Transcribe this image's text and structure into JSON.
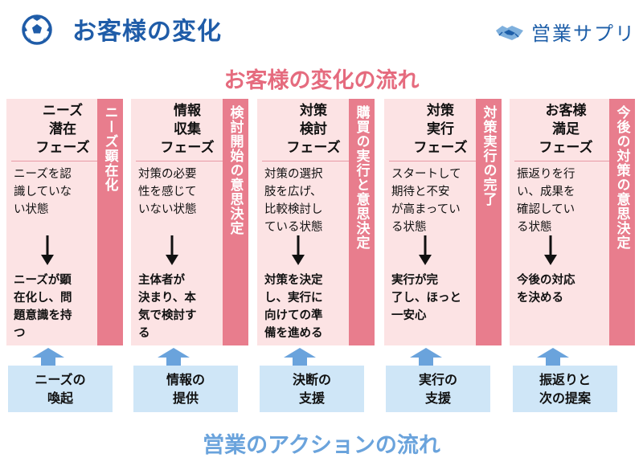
{
  "header": {
    "title": "お客様の変化",
    "brand": "営業サプリ"
  },
  "flow_top_title": "お客様の変化の流れ",
  "flow_bottom_title": "営業のアクションの流れ",
  "phases": [
    {
      "title": "ニーズ\n潜在\nフェーズ",
      "state": "ニーズを認\n識していな\nい状態",
      "result": "ニーズが顕\n在化し、問\n題意識を持\nつ"
    },
    {
      "title": "情報\n収集\nフェーズ",
      "state": "対策の必要\n性を感じて\nいない状態",
      "result": "主体者が\n決まり、本\n気で検討す\nる"
    },
    {
      "title": "対策\n検討\nフェーズ",
      "state": "対策の選択\n肢を広げ、\n比較検討し\nている状態",
      "result": "対策を決定\nし、実行に\n向けての準\n備を進める"
    },
    {
      "title": "対策\n実行\nフェーズ",
      "state": "スタートして\n期待と不安\nが高まってい\nる状態",
      "result": "実行が完\n了し、ほっと\n一安心"
    },
    {
      "title": "お客様\n満足\nフェーズ",
      "state": "振返りを行\nい、成果を\n確認してい\nる状態",
      "result": "今後の対応\nを決める"
    }
  ],
  "milestones": [
    "ニーズ顕在化",
    "検討開始の意思決定",
    "購買の実行と意思決定",
    "対策実行の完了",
    "今後の対策の意思決定"
  ],
  "actions": [
    "ニーズの\n喚起",
    "情報の\n提供",
    "決断の\n支援",
    "実行の\n支援",
    "振返りと\n次の提案"
  ],
  "colors": {
    "title_blue": "#1f5ca8",
    "flow_pink": "#e56b7e",
    "phase_bg": "#fce3e4",
    "milestone_bg": "#e87d8d",
    "action_bg": "#cfe6f7",
    "arrow_blue": "#6aa3dc"
  }
}
